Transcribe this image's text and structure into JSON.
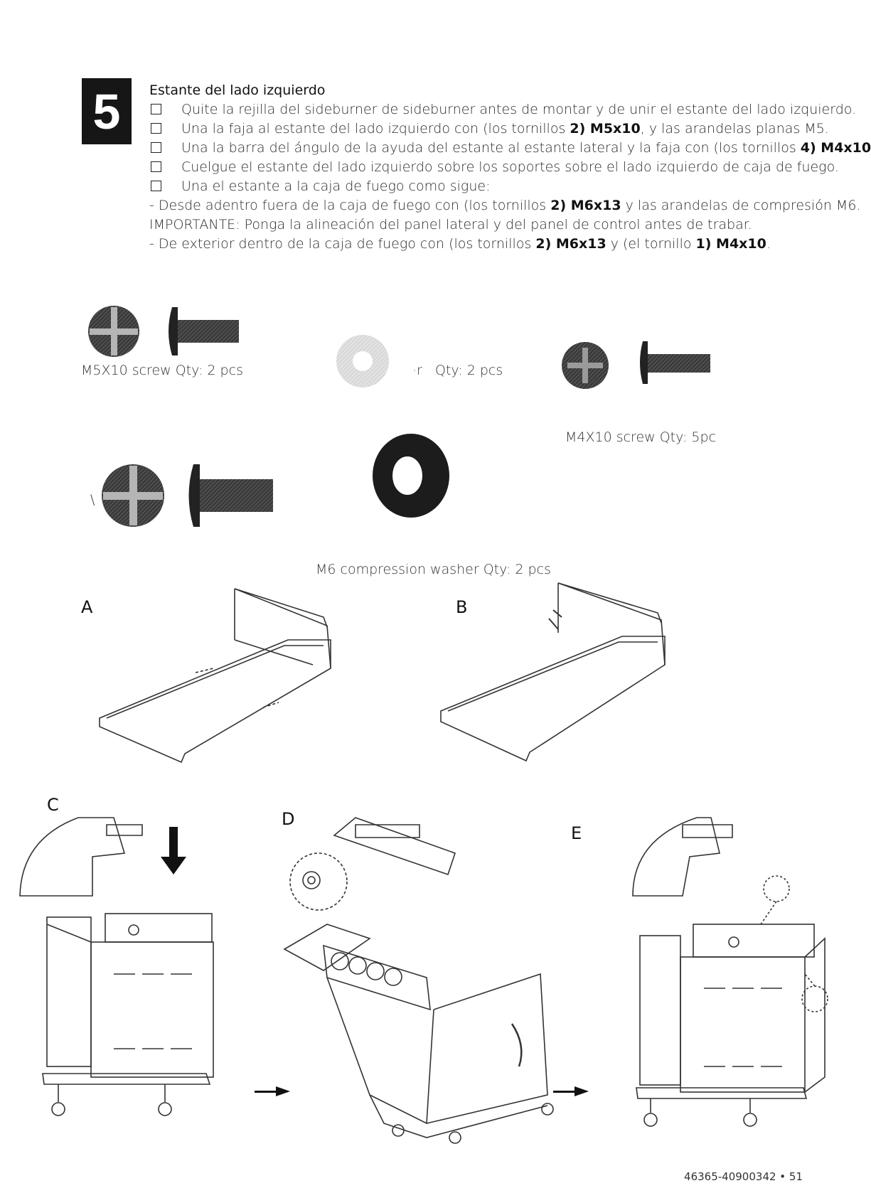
{
  "step": {
    "number": "5"
  },
  "instructions": {
    "title": "Estante del lado izquierdo",
    "items": [
      {
        "text": "Quite la rejilla del sideburner de sideburner antes de montar y de unir el estante del lado izquierdo."
      },
      {
        "pre": "Una la faja al estante del lado izquierdo con (los tornillos ",
        "bold": "2) M5x10",
        "post": ", y las arandelas planas M5."
      },
      {
        "pre": "Una la barra del ángulo de la ayuda del estante al estante lateral y la faja con (los tornillos ",
        "bold": "4) M4x10",
        "post": ""
      },
      {
        "text": "Cuelgue el estante del lado izquierdo sobre los soportes sobre el lado izquierdo de caja de fuego."
      },
      {
        "text": "Una el estante a la caja de fuego como sigue:"
      }
    ],
    "line1": {
      "pre": "- Desde adentro fuera de la caja de fuego con (los tornillos ",
      "bold": "2) M6x13",
      "post": " y las arandelas de compresión M6."
    },
    "important": "IMPORTANTE: Ponga la alineación del panel lateral y del panel de control antes de trabar.",
    "line2": {
      "pre": "- De exterior dentro de la caja de fuego con (los tornillos ",
      "bold1": "2) M6x13",
      "mid": " y (el tornillo ",
      "bold2": "1) M4x10",
      "post": "."
    }
  },
  "hardware": {
    "m5_screw": "M5X10 screw     Qty: 2 pcs",
    "washer_partial": "·r",
    "washer_qty": "Qty: 2 pcs",
    "m4_screw": "M4X10 screw     Qty: 5pc",
    "m6_partial": "\\",
    "compression_washer": "M6 compression washer Qty: 2 pcs"
  },
  "figures": {
    "a": "A",
    "b": "B",
    "c": "C",
    "d": "D",
    "e": "E"
  },
  "footer": {
    "page": "46365-40900342 • 51"
  }
}
